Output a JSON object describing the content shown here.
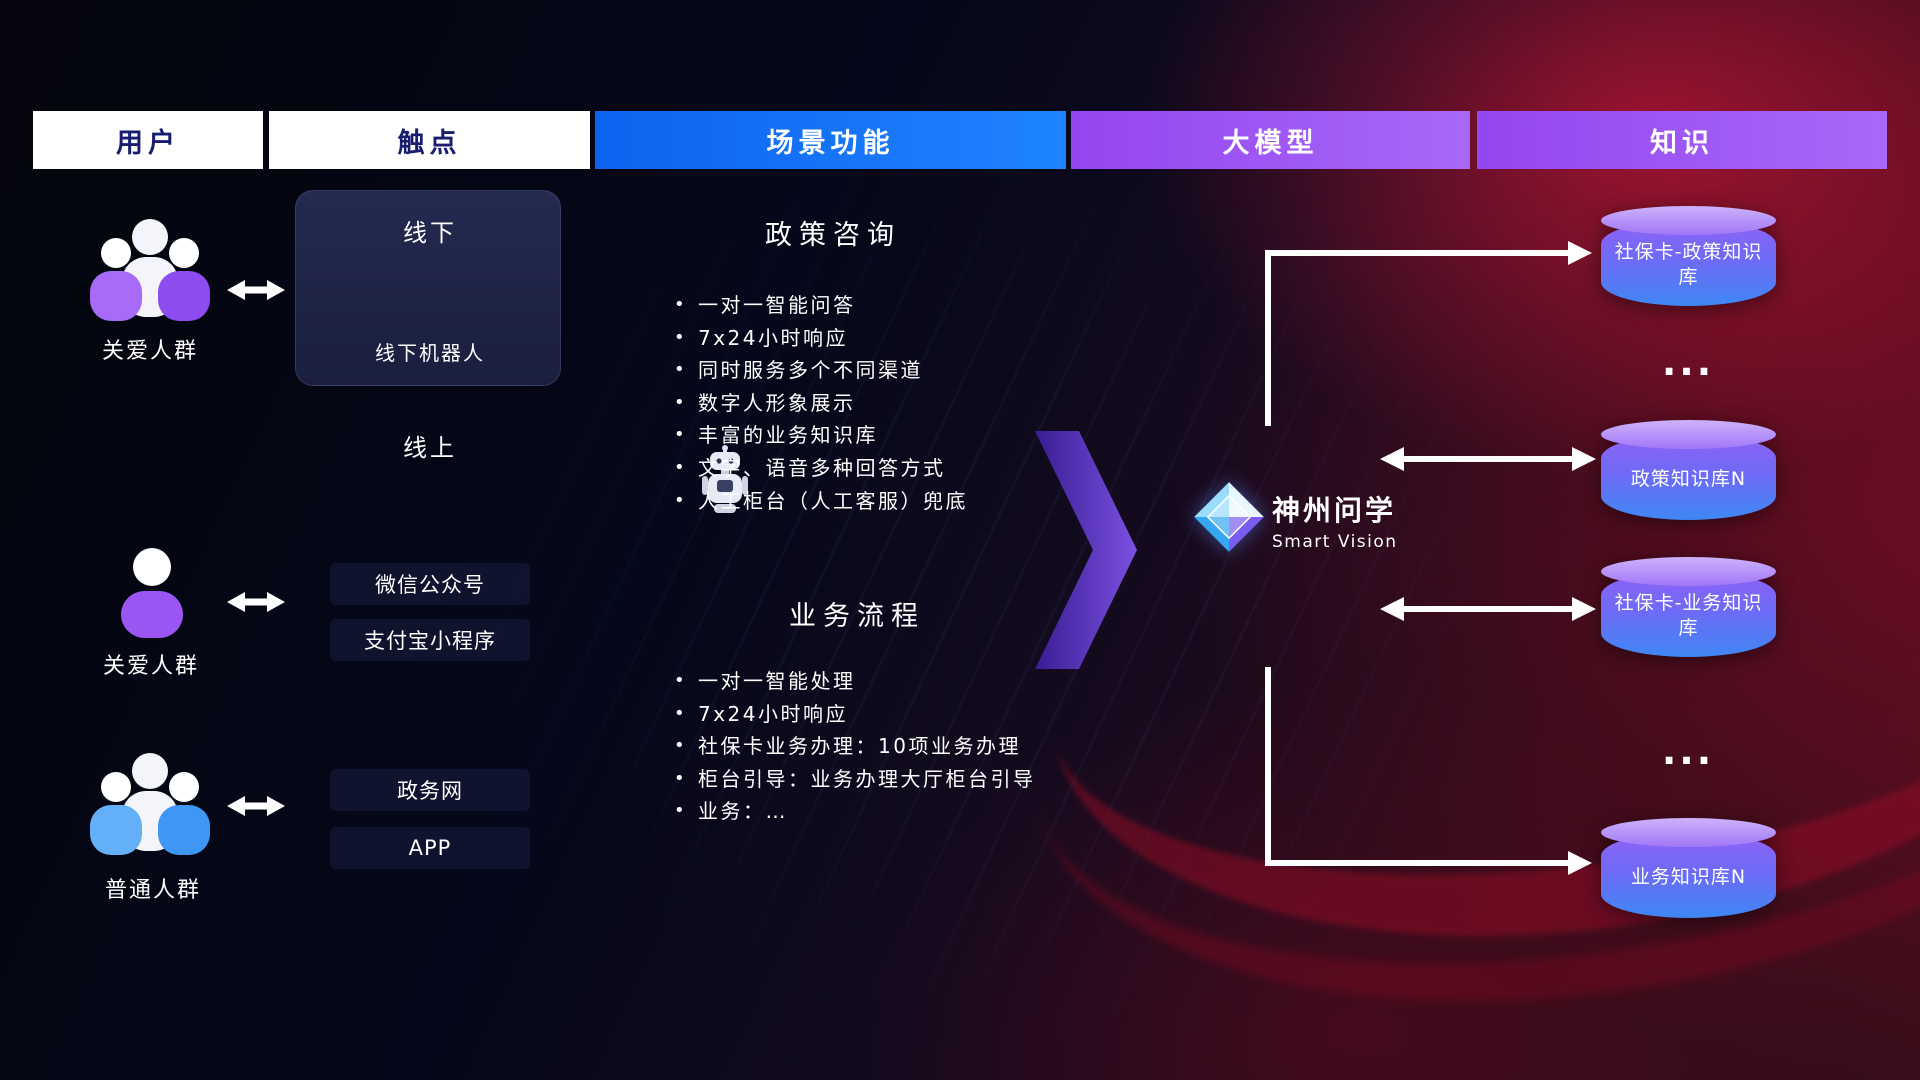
{
  "header": {
    "columns": [
      "用户",
      "触点",
      "场景功能",
      "大模型",
      "知识"
    ]
  },
  "users": [
    {
      "label": "关爱人群"
    },
    {
      "label": "关爱人群"
    },
    {
      "label": "普通人群"
    }
  ],
  "touchpoints": {
    "offline_title": "线下",
    "offline_robot_label": "线下机器人",
    "online_title": "线上",
    "channels": [
      "微信公众号",
      "支付宝小程序",
      "政务网",
      "APP"
    ]
  },
  "scenarios": {
    "policy": {
      "title": "政策咨询",
      "items": [
        "一对一智能问答",
        "7x24小时响应",
        "同时服务多个不同渠道",
        "数字人形象展示",
        "丰富的业务知识库",
        "文字、语音多种回答方式",
        "人工柜台（人工客服）兜底"
      ]
    },
    "business": {
      "title": "业务流程",
      "items": [
        "一对一智能处理",
        "7x24小时响应",
        "社保卡业务办理：10项业务办理",
        "柜台引导：业务办理大厅柜台引导",
        "业务：…"
      ]
    }
  },
  "model": {
    "name": "神州问学",
    "subtitle": "Smart Vision"
  },
  "knowledge": {
    "items": [
      {
        "type": "db",
        "label": "社保卡-政策知识库"
      },
      {
        "type": "dots",
        "label": "..."
      },
      {
        "type": "db",
        "label": "政策知识库N"
      },
      {
        "type": "db",
        "label": "社保卡-业务知识库"
      },
      {
        "type": "dots",
        "label": "..."
      },
      {
        "type": "db",
        "label": "业务知识库N"
      }
    ]
  },
  "colors": {
    "header_blue": "#1472f5",
    "header_purple": "#9a55f3",
    "header_text_dark": "#181d70",
    "accent_purple": "#8456f2",
    "db_top": "#b18cf8",
    "db_bottom_blue": "#3f87f3",
    "user_purple": "#9a55f3",
    "user_blue": "#4aa3f8"
  }
}
